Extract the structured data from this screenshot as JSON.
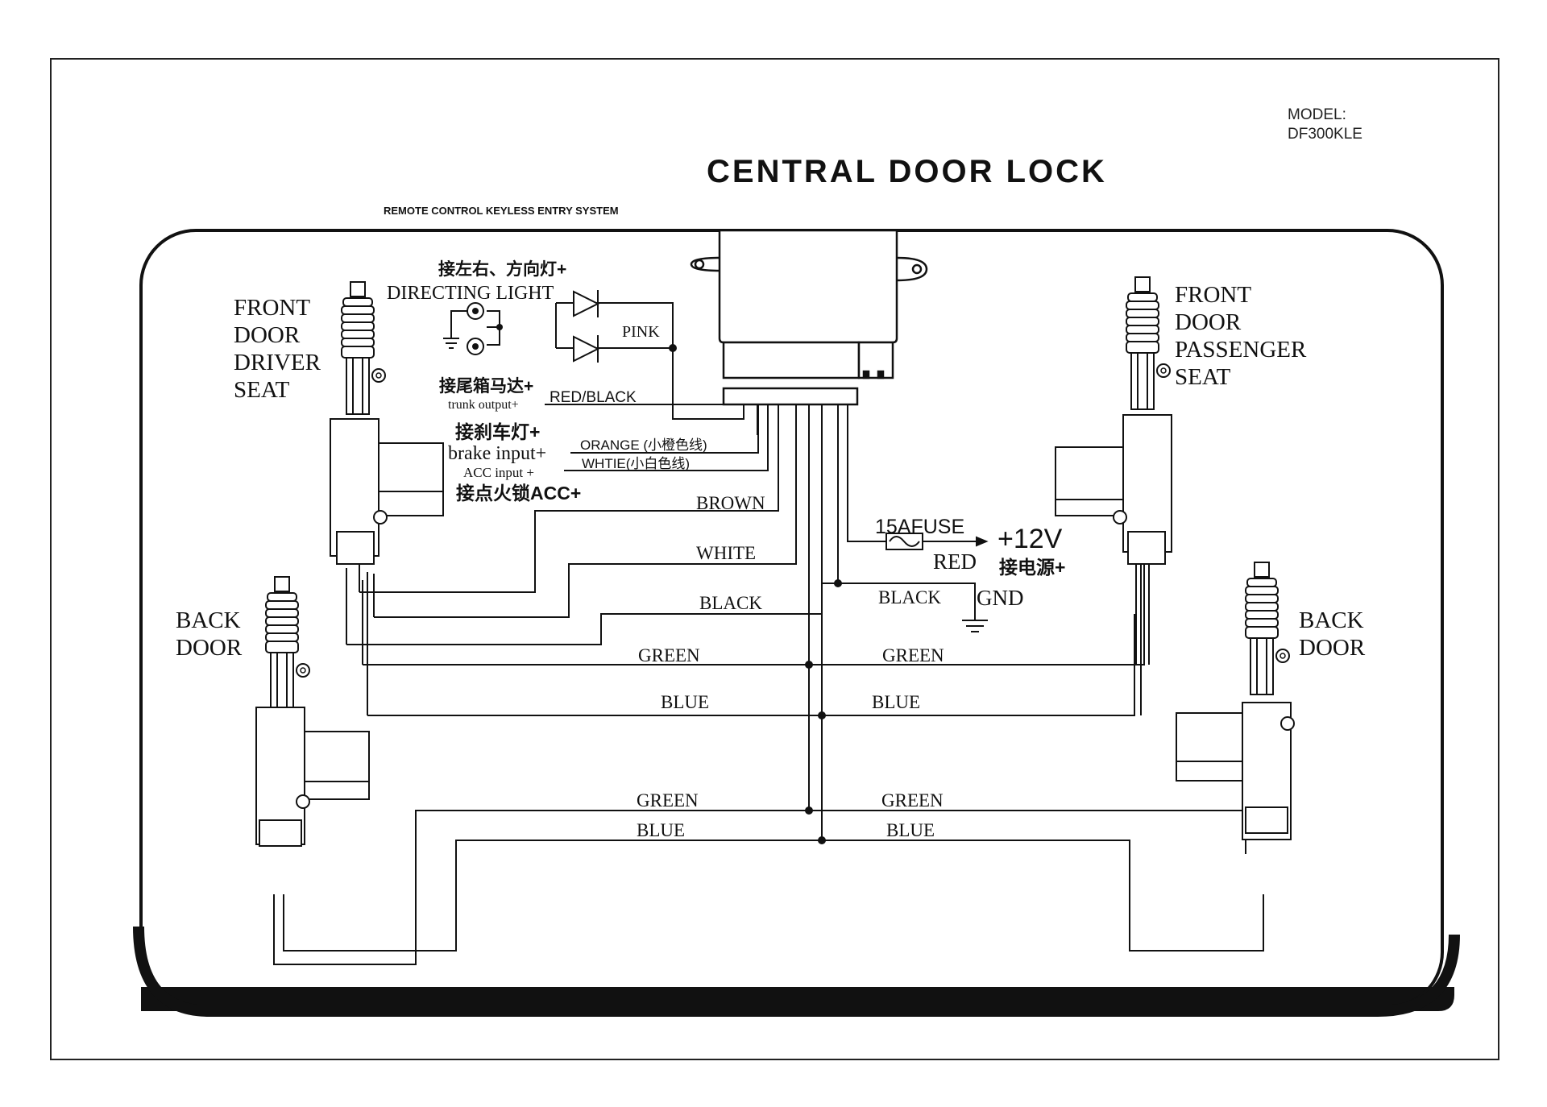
{
  "header": {
    "model_label": "MODEL:",
    "model_value": "DF300KLE",
    "title": "CENTRAL DOOR LOCK",
    "subtitle": "REMOTE CONTROL KEYLESS ENTRY SYSTEM"
  },
  "doors": {
    "front_left": [
      "FRONT",
      "DOOR",
      "DRIVER",
      "SEAT"
    ],
    "front_right": [
      "FRONT",
      "DOOR",
      "PASSENGER",
      "SEAT"
    ],
    "back_left": [
      "BACK",
      "DOOR"
    ],
    "back_right": [
      "BACK",
      "DOOR"
    ]
  },
  "inputs": {
    "directing_cn": "接左右、方向灯+",
    "directing_en": "DIRECTING LIGHT",
    "pink": "PINK",
    "trunk_cn": "接尾箱马达+",
    "trunk_en": "trunk output+",
    "red_black": "RED/BLACK",
    "brake_cn": "接刹车灯+",
    "brake_en": "brake input+",
    "orange": "ORANGE (小橙色线)",
    "acc_en": "ACC input +",
    "white_small": "WHTIE(小白色线)",
    "acc_cn": "接点火锁ACC+"
  },
  "wires": {
    "brown": "BROWN",
    "white": "WHITE",
    "black": "BLACK",
    "green_l1": "GREEN",
    "green_r1": "GREEN",
    "blue_l1": "BLUE",
    "blue_r1": "BLUE",
    "green_l2": "GREEN",
    "green_r2": "GREEN",
    "blue_l2": "BLUE",
    "blue_r2": "BLUE"
  },
  "power": {
    "fuse": "15AFUSE",
    "voltage": "+12V",
    "red": "RED",
    "power_cn": "接电源+",
    "black_gnd": "BLACK",
    "gnd": "GND"
  }
}
